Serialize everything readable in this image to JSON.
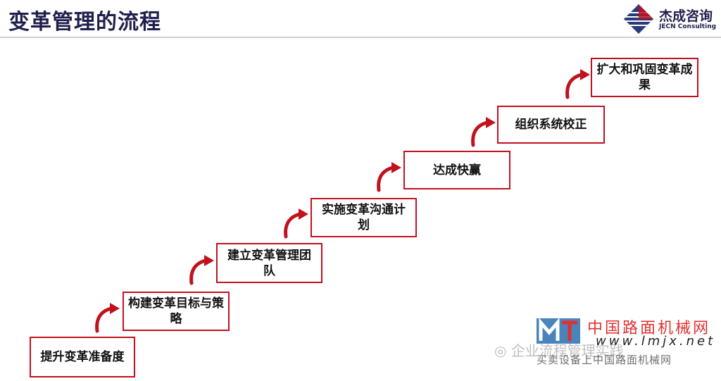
{
  "header": {
    "title": "变革管理的流程",
    "logo_cn": "杰成咨询",
    "logo_en": "JECN Consulting"
  },
  "steps": [
    {
      "label": "提升变革准备度"
    },
    {
      "label": "构建变革目标与策略"
    },
    {
      "label": "建立变革管理团队"
    },
    {
      "label": "实施变革沟通计划"
    },
    {
      "label": "达成快赢"
    },
    {
      "label": "组织系统校正"
    },
    {
      "label": "扩大和巩固变革成果"
    }
  ],
  "watermark": {
    "site_cn": "中国路面机械网",
    "url": "www.lmjx.net",
    "sub": "买卖设备上中国路面机械网",
    "wechat": "企业流程管理实践"
  },
  "colors": {
    "accent": "#c0121e",
    "title": "#1f1f4d"
  }
}
